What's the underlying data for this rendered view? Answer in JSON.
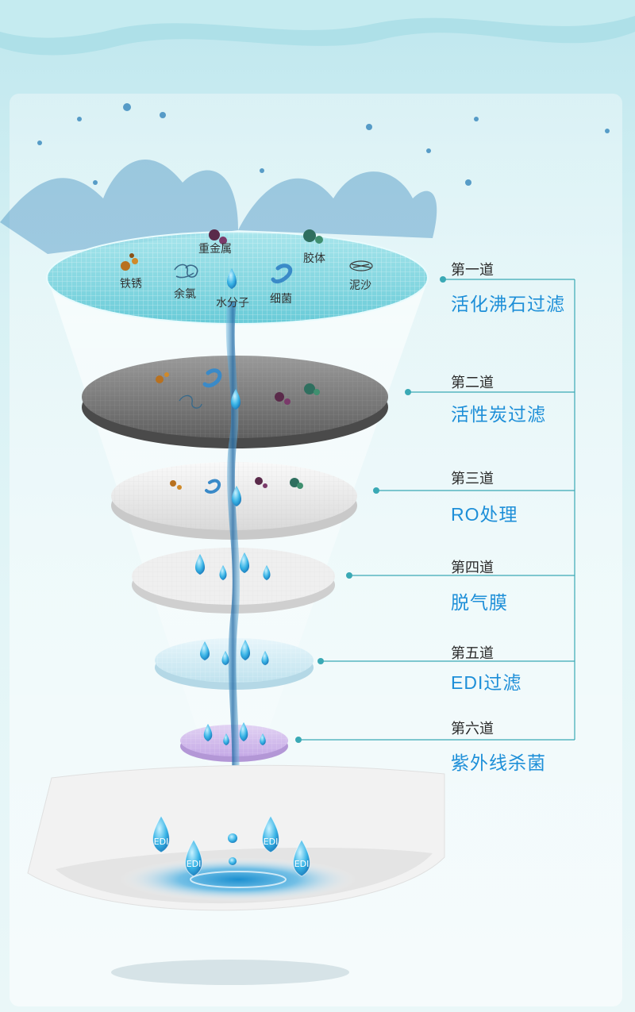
{
  "impurities": {
    "heavy_metal": "重金属",
    "colloid": "胶体",
    "rust": "铁锈",
    "residual_chlorine": "余氯",
    "water_molecule": "水分子",
    "bacteria": "细菌",
    "sediment": "泥沙"
  },
  "stages": [
    {
      "label": "第一道",
      "name": "活化沸石过滤"
    },
    {
      "label": "第二道",
      "name": "活性炭过滤"
    },
    {
      "label": "第三道",
      "name": "RO处理"
    },
    {
      "label": "第四道",
      "name": "脱气膜"
    },
    {
      "label": "第五道",
      "name": "EDI过滤"
    },
    {
      "label": "第六道",
      "name": "紫外线杀菌"
    }
  ],
  "drop_label": "EDI",
  "colors": {
    "accent": "#1e8fd8",
    "connector": "#3aa9b5",
    "water": "#2a7fb8"
  }
}
